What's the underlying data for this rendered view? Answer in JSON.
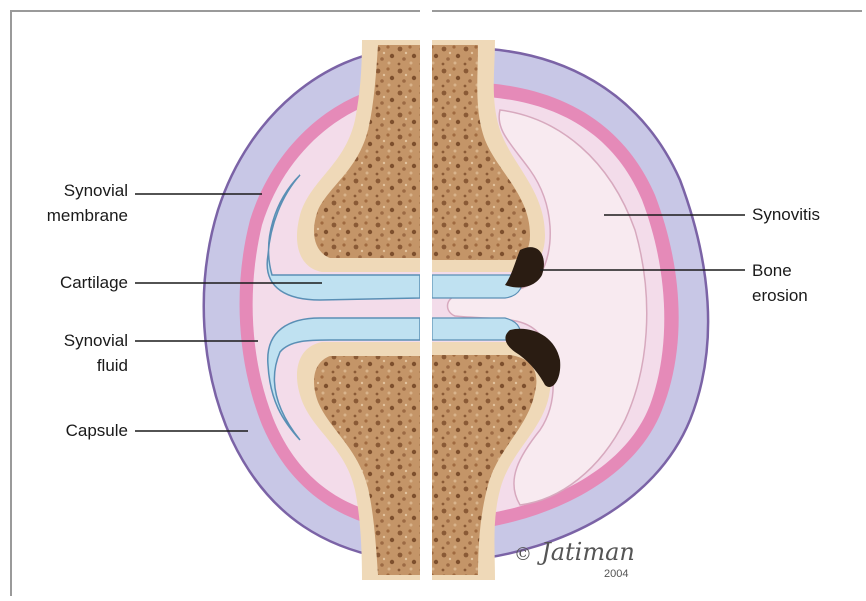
{
  "labels": {
    "synovial_membrane": [
      "Synovial",
      "membrane"
    ],
    "cartilage": "Cartilage",
    "synovial_fluid": [
      "Synovial",
      "fluid"
    ],
    "capsule": "Capsule",
    "synovitis": "Synovitis",
    "bone_erosion": [
      "Bone",
      "erosion"
    ]
  },
  "signature": {
    "copyright": "©",
    "artist": "Jatiman",
    "year": "2004"
  },
  "colors": {
    "capsule": "#c8c7e6",
    "capsule_edge": "#7b63a6",
    "membrane": "#e58ab8",
    "joint_space": "#f3dcea",
    "cartilage": "#bfe1f1",
    "cartilage_edge": "#5a8fb5",
    "bone_outer": "#efd9b8",
    "bone_inner": "#b98a5c",
    "synovitis": "#f8eaf0",
    "erosion": "#2a1c12"
  }
}
